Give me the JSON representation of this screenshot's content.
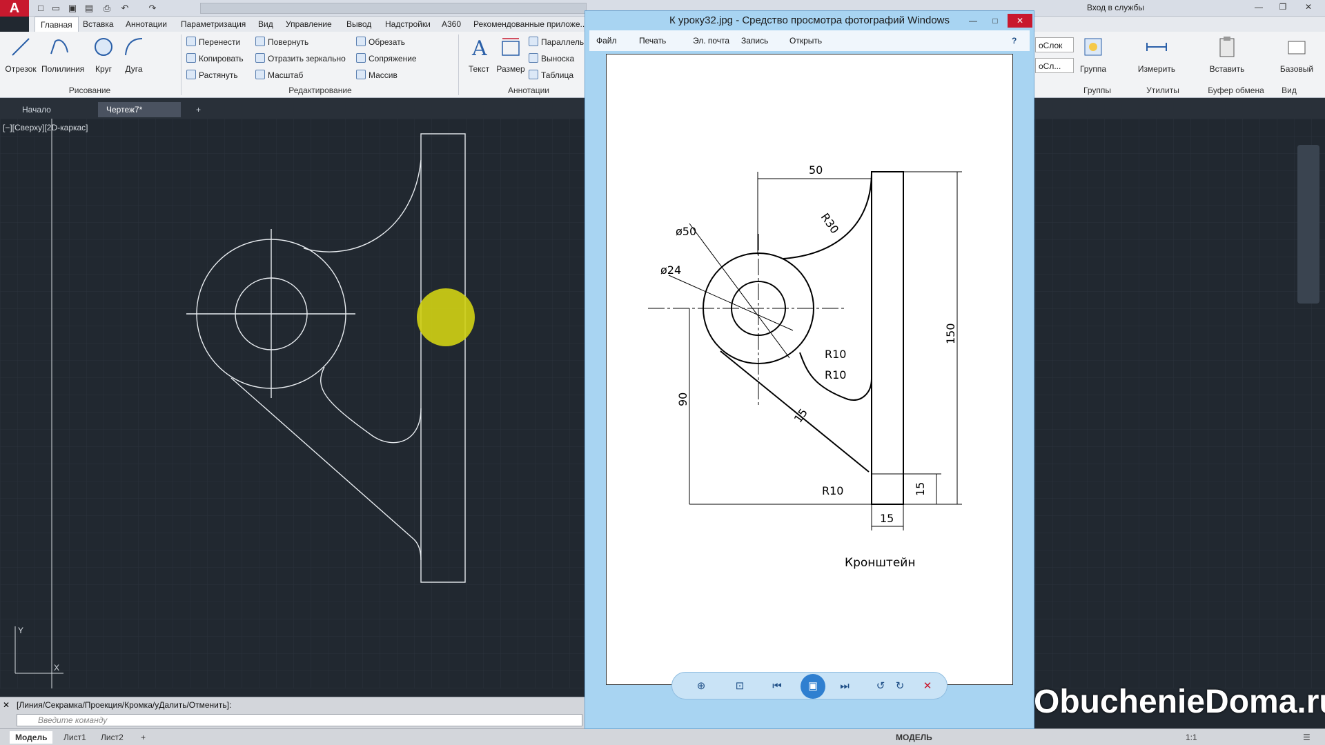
{
  "app": {
    "logo": "A",
    "signin": "Вход в службы"
  },
  "tabs": [
    "Главная",
    "Вставка",
    "Аннотации",
    "Параметризация",
    "Вид",
    "Управление",
    "Вывод",
    "Надстройки",
    "A360",
    "Рекомендованные приложе..."
  ],
  "ribbon": {
    "draw": {
      "line": "Отрезок",
      "polyline": "Полилиния",
      "circle": "Круг",
      "arc": "Дуга",
      "panel": "Рисование"
    },
    "modify": {
      "move": "Перенести",
      "copy": "Копировать",
      "stretch": "Растянуть",
      "rotate": "Повернуть",
      "mirror": "Отразить зеркально",
      "scale": "Масштаб",
      "trim": "Обрезать",
      "fillet": "Сопряжение",
      "array": "Массив",
      "panel": "Редактирование"
    },
    "annot": {
      "text": "Текст",
      "dim": "Размер",
      "parallel": "Параллель...",
      "leader": "Выноска",
      "table": "Таблица",
      "panel": "Аннотации"
    },
    "right": {
      "group": "Группа",
      "groups": "Группы",
      "measure": "Измерить",
      "utilities": "Утилиты",
      "paste": "Вставить",
      "clipboard": "Буфер обмена",
      "base": "Базовый",
      "view": "Вид",
      "layer1": "оСлок",
      "layer2": "оСл..."
    }
  },
  "doc_tabs": [
    "Начало",
    "Чертеж7*"
  ],
  "viewport_label": "[−][Сверху][2D-каркас]",
  "command": {
    "history": "[Линия/Секрамка/Проекция/Кромка/уДалить/Отменить]:",
    "placeholder": "Введите команду"
  },
  "layouts": [
    "Модель",
    "Лист1",
    "Лист2"
  ],
  "status": {
    "model": "МОДЕЛЬ",
    "scale": "1:1"
  },
  "viewer": {
    "title": "К уроку32.jpg - Средство просмотра фотографий Windows",
    "menu": [
      "Файл",
      "Печать",
      "Эл. почта",
      "Запись",
      "Открыть"
    ],
    "drawing": {
      "d50": "50",
      "d_r30": "R30",
      "d_phi50": "ø50",
      "d_phi24": "ø24",
      "d_r10a": "R10",
      "d_r10b": "R10",
      "d_r10c": "R10",
      "d_15a": "15",
      "d_15b": "15",
      "d_15c": "15",
      "d_150": "150",
      "d_90": "90",
      "caption": "Кронштейн"
    }
  },
  "watermark": "ObuchenieDoma.ru"
}
